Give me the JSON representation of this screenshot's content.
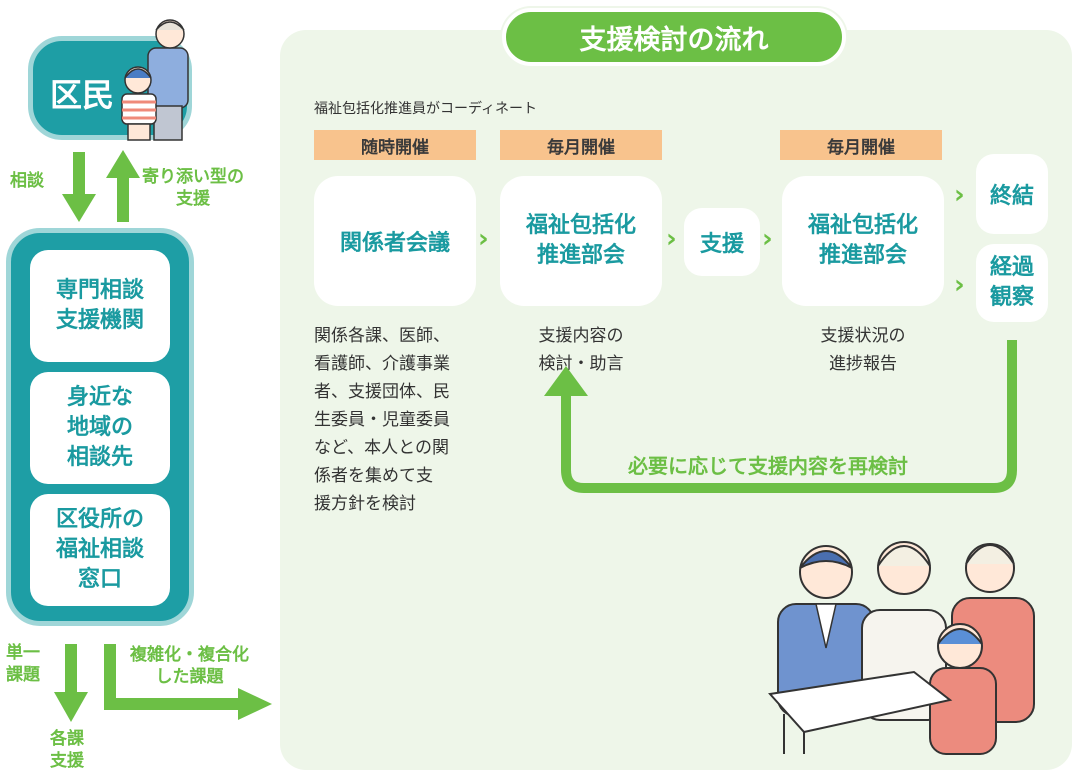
{
  "left": {
    "citizen": "区民",
    "consult": "相談",
    "support_close": "寄り添い型の\n支援",
    "orgs": [
      "専門相談\n支援機関",
      "身近な\n地域の\n相談先",
      "区役所の\n福祉相談\n窓口"
    ],
    "single_issue": "単一\n課題",
    "dept_support": "各課\n支援",
    "complex_issue": "複雑化・複合化\nした課題"
  },
  "flow": {
    "title": "支援検討の流れ",
    "coordinator": "福祉包括化推進員がコーディネート",
    "tags": [
      "随時開催",
      "毎月開催",
      "毎月開催"
    ],
    "cards": {
      "meeting": "関係者会議",
      "promo1": "福祉包括化\n推進部会",
      "support": "支援",
      "promo2": "福祉包括化\n推進部会",
      "end": "終結",
      "observe": "経過\n観察"
    },
    "desc_meeting": "関係各課、医師、\n看護師、介護事業\n者、支援団体、民\n生委員・児童委員\nなど、本人との関\n係者を集めて支\n援方針を検討",
    "desc_promo1": "支援内容の\n検討・助言",
    "desc_promo2": "支援状況の\n進捗報告",
    "review": "必要に応じて支援内容を再検討"
  },
  "colors": {
    "teal": "#1e9ea5",
    "green": "#6cbf45",
    "orange": "#f8c38d",
    "panel": "#eef6e9"
  }
}
